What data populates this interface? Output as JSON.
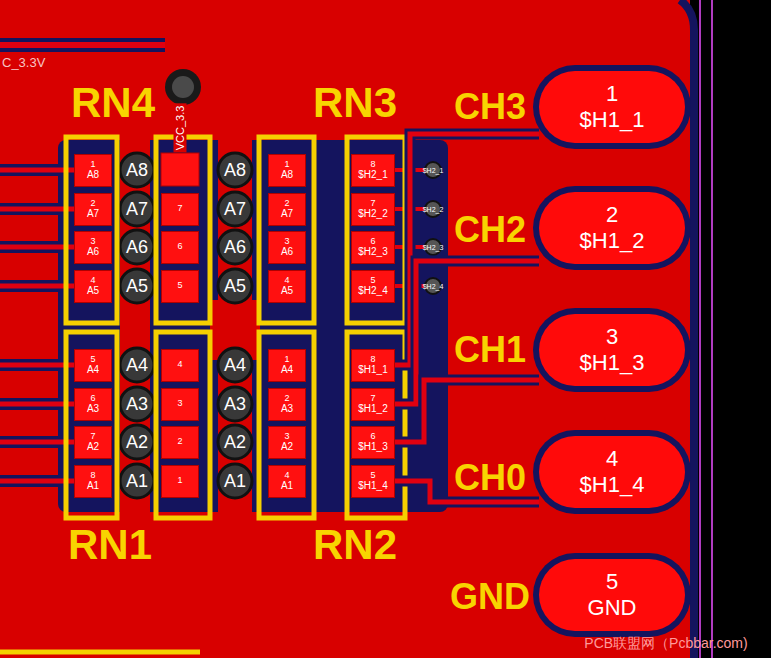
{
  "diagram": {
    "nodes": [
      {
        "text": [
          "1",
          "A8"
        ]
      },
      {
        "text": [
          "2",
          "A7"
        ]
      },
      {
        "text": [
          "3",
          "A6"
        ]
      },
      {
        "text": [
          "4",
          "A5"
        ]
      },
      {
        "text": [
          "7"
        ]
      },
      {
        "text": [
          "6"
        ]
      },
      {
        "text": [
          "5"
        ]
      },
      {
        "text": [
          "1",
          "A8"
        ]
      },
      {
        "text": [
          "2",
          "A7"
        ]
      },
      {
        "text": [
          "3",
          "A6"
        ]
      },
      {
        "text": [
          "4",
          "A5"
        ]
      },
      {
        "text": [
          "8",
          "$H2_1"
        ]
      },
      {
        "text": [
          "7",
          "$H2_2"
        ]
      },
      {
        "text": [
          "6",
          "$H2_3"
        ]
      },
      {
        "text": [
          "5",
          "$H2_4"
        ]
      },
      {
        "text": [
          "5",
          "A4"
        ]
      },
      {
        "text": [
          "6",
          "A3"
        ]
      },
      {
        "text": [
          "7",
          "A2"
        ]
      },
      {
        "text": [
          "8",
          "A1"
        ]
      },
      {
        "text": [
          "4"
        ]
      },
      {
        "text": [
          "3"
        ]
      },
      {
        "text": [
          "2"
        ]
      },
      {
        "text": [
          "1"
        ]
      },
      {
        "text": [
          "1",
          "A4"
        ]
      },
      {
        "text": [
          "2",
          "A3"
        ]
      },
      {
        "text": [
          "3",
          "A2"
        ]
      },
      {
        "text": [
          "4",
          "A1"
        ]
      },
      {
        "text": [
          "8",
          "$H1_1"
        ]
      },
      {
        "text": [
          "7",
          "$H1_2"
        ]
      },
      {
        "text": [
          "6",
          "$H1_3"
        ]
      },
      {
        "text": [
          "5",
          "$H1_4"
        ]
      },
      {
        "text": [
          "1",
          "$H1_1"
        ]
      },
      {
        "text": [
          "2",
          "$H1_2"
        ]
      },
      {
        "text": [
          "3",
          "$H1_3"
        ]
      },
      {
        "text": [
          "4",
          "$H1_4"
        ]
      },
      {
        "text": [
          "5",
          "GND"
        ]
      }
    ],
    "edges": [
      {
        "from": 27,
        "to": 31,
        "arrow": "none"
      },
      {
        "from": 28,
        "to": 32,
        "arrow": "none"
      },
      {
        "from": 29,
        "to": 33,
        "arrow": "none"
      },
      {
        "from": 30,
        "to": 34,
        "arrow": "none"
      }
    ],
    "labels": [
      "C_3.3V",
      "VCC_3.3",
      "RN4",
      "RN3",
      "CH3",
      "CH2",
      "CH1",
      "CH0",
      "GND",
      "RN1",
      "RN2",
      "A8",
      "A7",
      "A6",
      "A5",
      "A4",
      "A3",
      "A2",
      "A1",
      "A8",
      "A7",
      "A6",
      "A5",
      "A4",
      "A3",
      "A2",
      "A1",
      "$H2_1",
      "$H2_2",
      "$H2_3",
      "$H2_4",
      "PCB联盟网（Pcbbar.com)"
    ]
  }
}
